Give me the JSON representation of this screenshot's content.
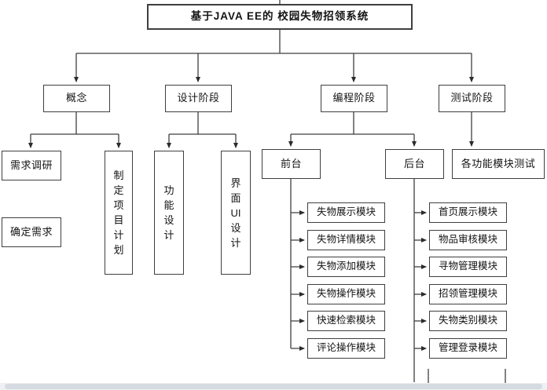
{
  "diagram": {
    "title": "基于JAVA EE的  校园失物招领系统",
    "phases": {
      "concept": "概念",
      "design": "设计阶段",
      "coding": "编程阶段",
      "testing": "测试阶段"
    },
    "concept_children": {
      "research": "需求调研",
      "confirm": "确定需求",
      "plan": "制定项目计划"
    },
    "design_children": {
      "function_design": "功能设计",
      "ui_design": "界面UI设计"
    },
    "coding_children": {
      "front": "前台",
      "back": "后台"
    },
    "testing_children": {
      "module_test": "各功能模块测试"
    },
    "front_modules": [
      "失物展示模块",
      "失物详情模块",
      "失物添加模块",
      "失物操作模块",
      "快速检索模块",
      "评论操作模块"
    ],
    "back_modules": [
      "首页展示模块",
      "物品审核模块",
      "寻物管理模块",
      "招领管理模块",
      "失物类别模块",
      "管理登录模块"
    ]
  },
  "colors": {
    "box_border": "#3f3f3f",
    "connector_line": "#3f3f3f",
    "text": "#141414",
    "scrollbar_track": "#eef0f3",
    "scrollbar_thumb": "#d6dbe1"
  }
}
